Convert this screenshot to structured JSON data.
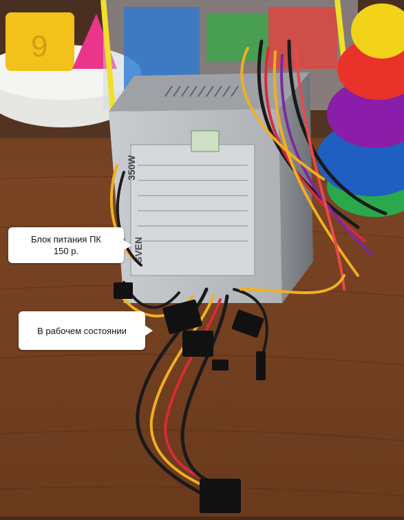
{
  "image": {
    "colors": {
      "floor": "#6b3a1f",
      "psu_body": "#b9bcc0",
      "callout_bg": "#ffffff"
    }
  },
  "psu": {
    "brand": "SVEN",
    "wattage": "350W"
  },
  "callouts": {
    "price_line1": "Блок питания ПК",
    "price_line2": "150 р.",
    "state": "В рабочем состоянии"
  }
}
